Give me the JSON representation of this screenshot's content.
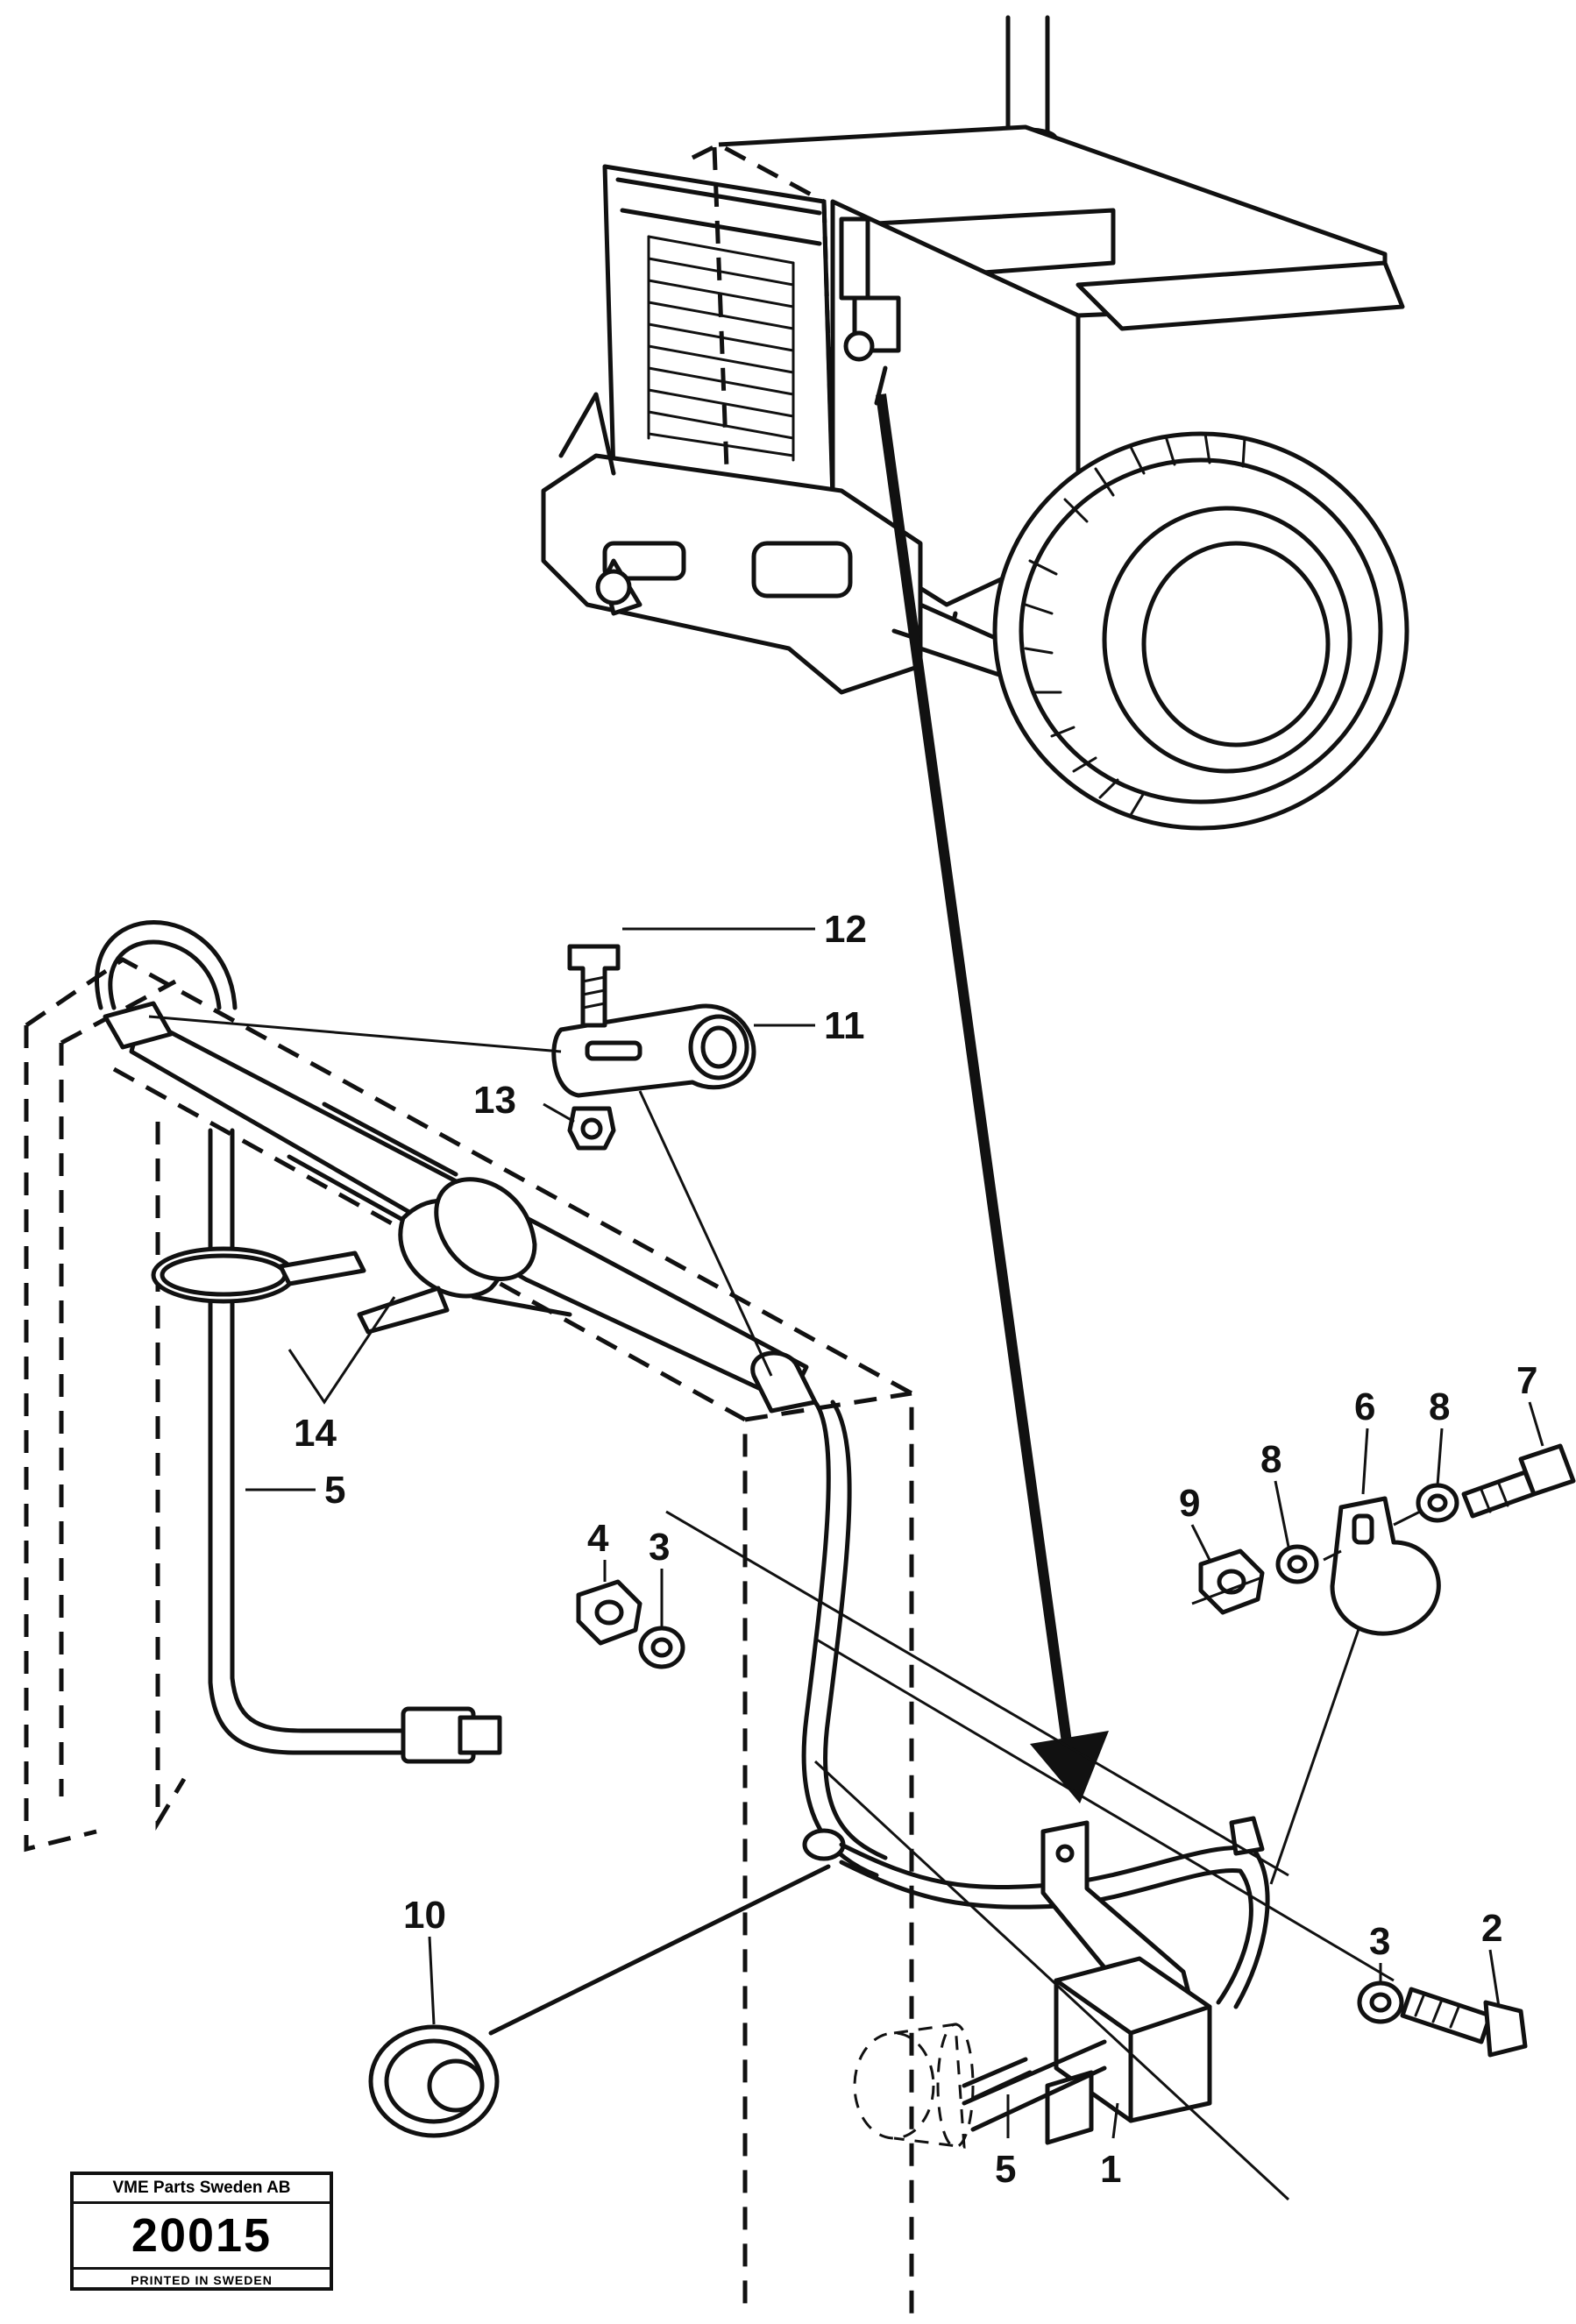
{
  "callouts": {
    "c1": "1",
    "c2": "2",
    "c3a": "3",
    "c3b": "3",
    "c4": "4",
    "c5a": "5",
    "c5b": "5",
    "c6": "6",
    "c7": "7",
    "c8a": "8",
    "c8b": "8",
    "c9": "9",
    "c10": "10",
    "c11": "11",
    "c12": "12",
    "c13": "13",
    "c14": "14"
  },
  "stamp": {
    "company": "VME Parts Sweden AB",
    "number": "20015",
    "printed": "PRINTED IN SWEDEN"
  }
}
